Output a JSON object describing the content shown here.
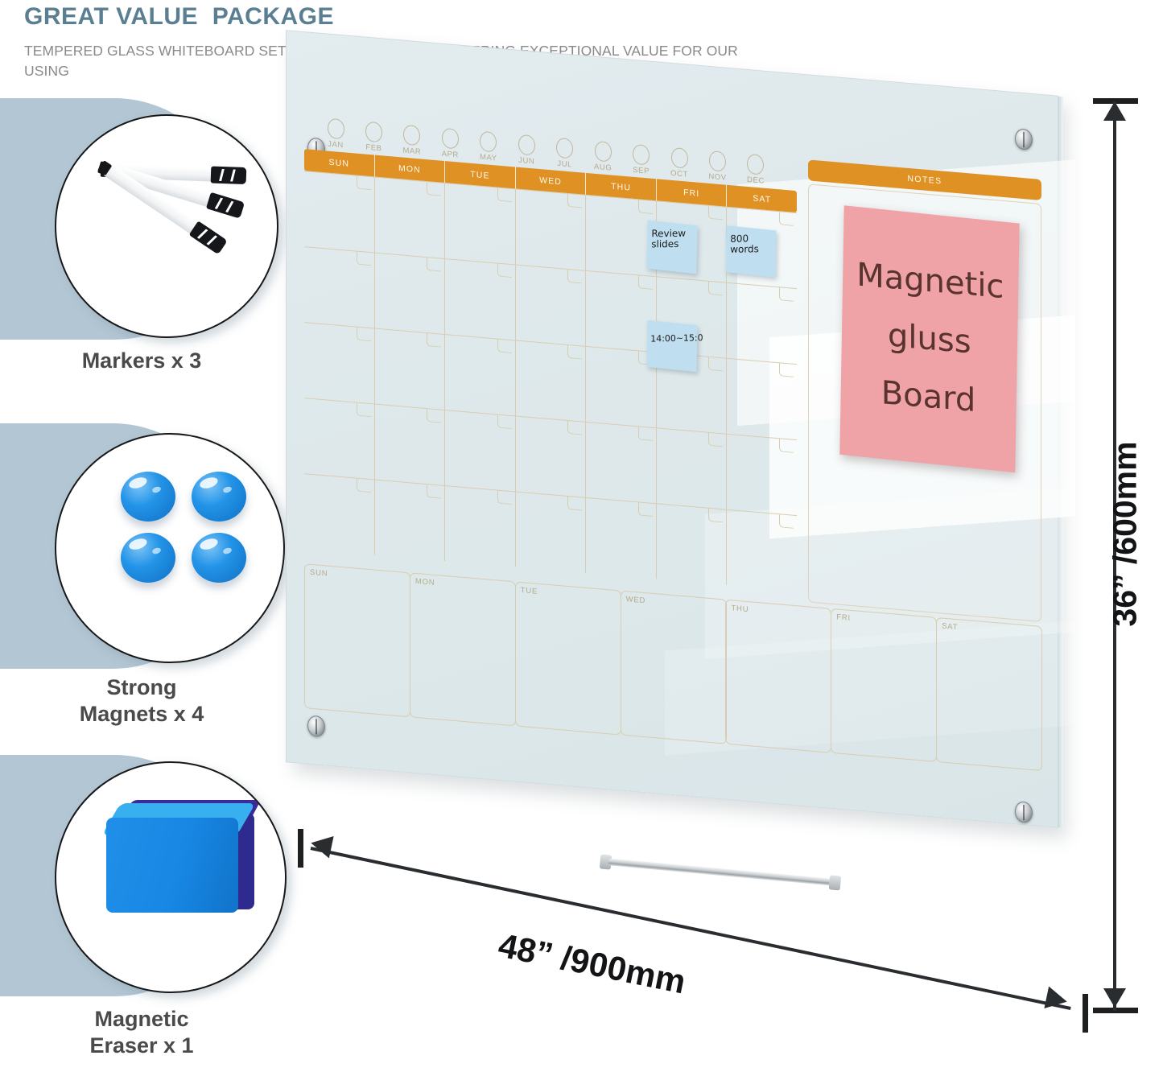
{
  "header": {
    "title": "GREAT VALUE  PACKAGE",
    "subtitle": "TEMPERED GLASS WHITEBOARD SET FOR  EXTENDED USE ,OFFERING EXCEPTIONAL VALUE FOR OUR USING"
  },
  "features": [
    {
      "label": "Markers x 3",
      "icon": "markers-icon"
    },
    {
      "label": "Strong\nMagnets x 4",
      "icon": "magnets-icon"
    },
    {
      "label": "Magnetic\nEraser x 1",
      "icon": "eraser-icon"
    }
  ],
  "board": {
    "months": [
      "JAN",
      "FEB",
      "MAR",
      "APR",
      "MAY",
      "JUN",
      "JUL",
      "AUG",
      "SEP",
      "OCT",
      "NOV",
      "DEC"
    ],
    "weekday_headers": [
      "SUN",
      "MON",
      "TUE",
      "WED",
      "THU",
      "FRI",
      "SAT"
    ],
    "notes_label": "NOTES",
    "weekly_labels": [
      "SUN",
      "MON",
      "TUE",
      "WED",
      "THU",
      "FRI",
      "SAT"
    ],
    "month_rows": 5,
    "accent_color": "#e09123",
    "grid_line_color": "#d8cdb0",
    "glass_color": "#dde8ea"
  },
  "sticky_notes": [
    {
      "text": "Review\nslides",
      "color": "#bfdff0"
    },
    {
      "text": "800\nwords",
      "color": "#bfdff0"
    },
    {
      "text": "14:00~15:0",
      "color": "#bfdff0"
    }
  ],
  "pink_note": {
    "lines": [
      "Magnetic",
      "gluss",
      "Board"
    ],
    "color": "#f0a3a6"
  },
  "dimensions": {
    "width_label": "48”  /900mm",
    "height_label": "36”  /600mm"
  }
}
